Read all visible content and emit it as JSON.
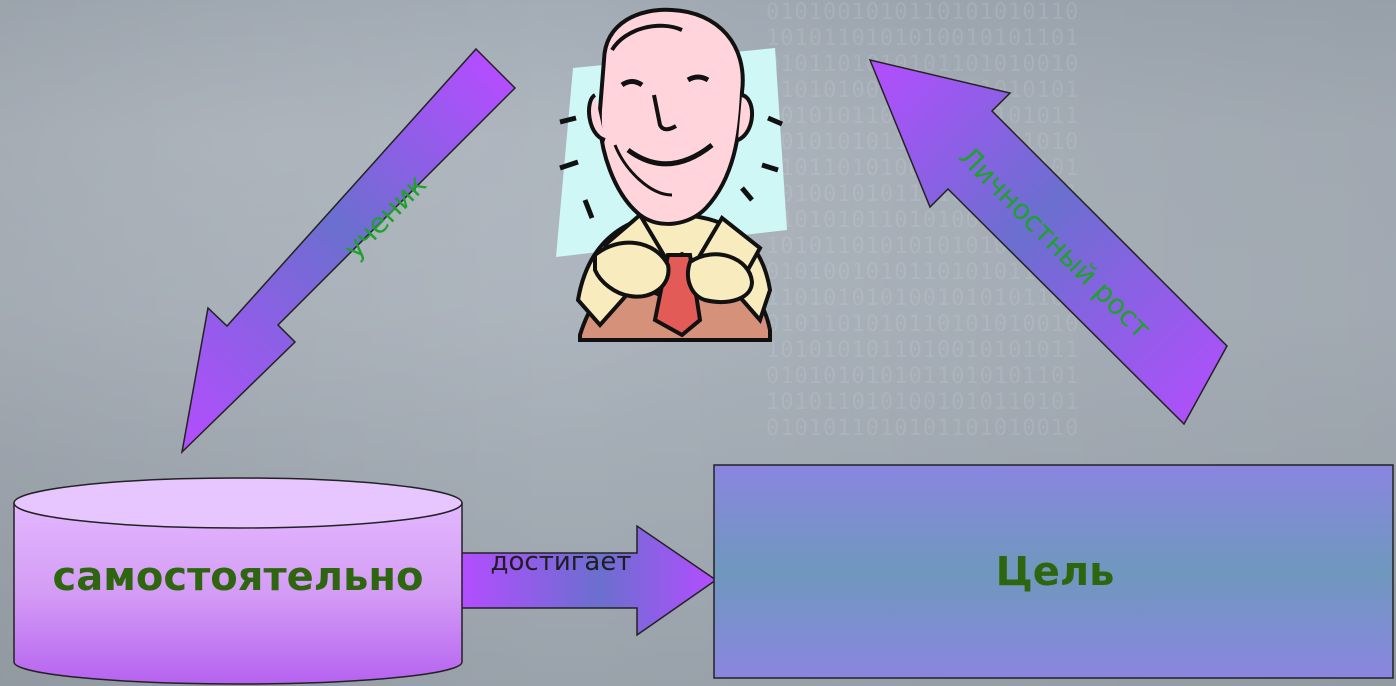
{
  "diagram": {
    "cylinder_label": "самостоятельно",
    "goal_label": "Цель",
    "arrow_left_label": "ученик",
    "arrow_right_label": "Личностный рост",
    "arrow_bottom_label": "достигает"
  },
  "colors": {
    "arrow_purple": "#b44dff",
    "arrow_blue": "#6b6fcf",
    "goal_box": "#8a85e0",
    "label_green": "#2e6610",
    "diag_text_green": "#1fa22b"
  },
  "icons": {
    "figure": "smiling-man-clipart"
  }
}
